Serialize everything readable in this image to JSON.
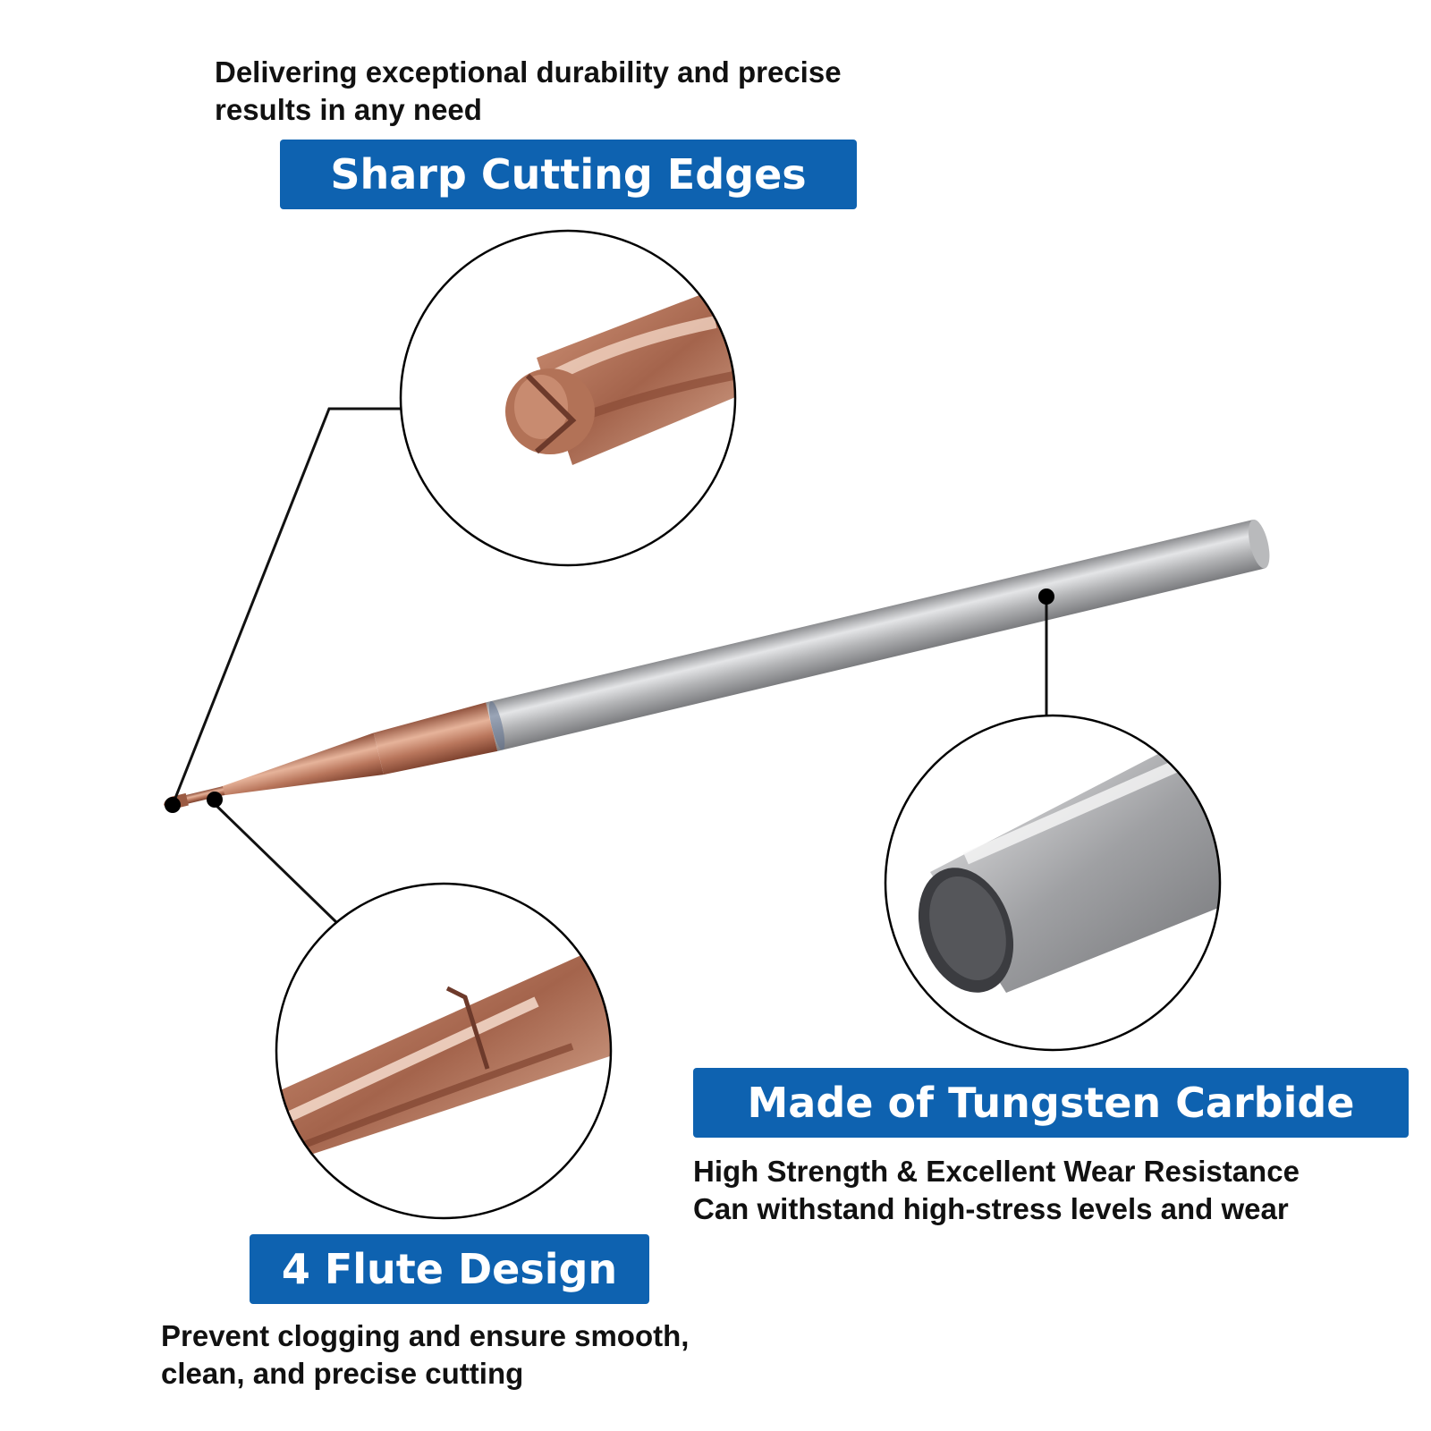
{
  "features": {
    "sharp_edges": {
      "title": "Sharp Cutting Edges",
      "lines": [
        "Delivering exceptional durability and precise",
        "results in any need"
      ]
    },
    "tungsten": {
      "title": "Made of Tungsten Carbide",
      "lines": [
        "High Strength & Excellent Wear Resistance",
        "Can withstand high-stress levels and wear"
      ]
    },
    "flute": {
      "title": "4 Flute Design",
      "lines": [
        "Prevent clogging and ensure smooth,",
        "clean, and precise cutting"
      ]
    }
  },
  "colors": {
    "banner": "#0e62b0",
    "coating": "#c0846a",
    "shank": "#a8a9ab"
  }
}
